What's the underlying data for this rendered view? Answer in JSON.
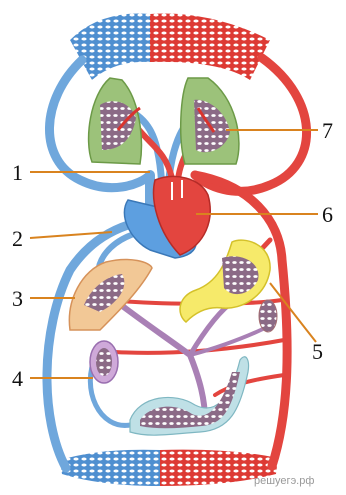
{
  "labels": {
    "n1": "1",
    "n2": "2",
    "n3": "3",
    "n4": "4",
    "n5": "5",
    "n6": "6",
    "n7": "7"
  },
  "watermark": "решуегэ.рф",
  "colors": {
    "venous_blue": "#5b9bd5",
    "arterial_red": "#e0403a",
    "pointer_line": "#d9831f",
    "lung_green": "#8ab55d",
    "liver_orange": "#e7a869",
    "kidney_purple": "#b48ac2",
    "stomach_yellow": "#f2e35a",
    "portal_purple": "#a980b5"
  }
}
